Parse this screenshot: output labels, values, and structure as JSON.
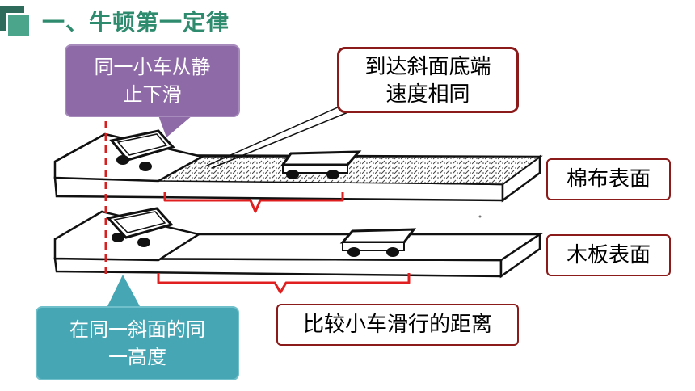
{
  "header": {
    "title": "一、牛顿第一定律"
  },
  "callouts": {
    "same_cart": "同一小车从静止下滑",
    "same_cart_line1": "同一小车从静",
    "same_cart_line2": "止下滑",
    "same_speed_line1": "到达斜面底端",
    "same_speed_line2": "速度相同",
    "same_slope_line1": "在同一斜面的同",
    "same_slope_line2": "一高度"
  },
  "labels": {
    "cotton_surface": "棉布表面",
    "wood_surface": "木板表面",
    "compare_distance": "比较小车滑行的距离"
  },
  "colors": {
    "title_green": "#2e8b6e",
    "purple": "#8e6aa6",
    "teal": "#47a6b4",
    "dark_red": "#8b1a1a",
    "bracket_red": "#e02020"
  }
}
